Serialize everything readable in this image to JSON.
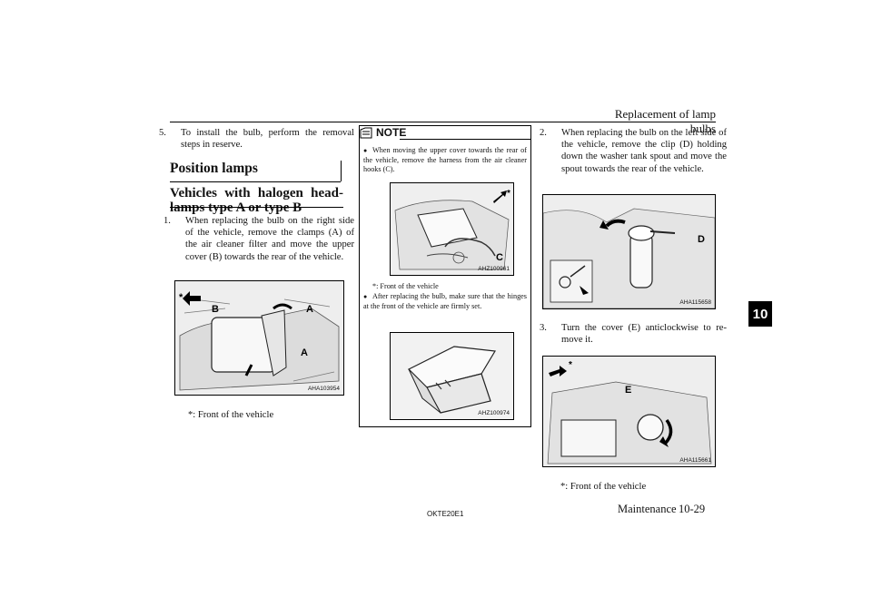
{
  "header": {
    "running_head": "Replacement of lamp bulbs",
    "chapter_tab": "10"
  },
  "left": {
    "step5_num": "5.",
    "step5_text": "To install the bulb, perform the removal steps in reserve.",
    "heading_position": "Position lamps",
    "heading_sub": "Vehicles with halogen head-lamps type A or type B",
    "step1_num": "1.",
    "step1_text": "When replacing the bulb on the right side of the vehicle, remove the clamps (A) of the air cleaner filter and move the upper cover (B) towards the rear of the vehicle.",
    "fig1_id": "AHA103954",
    "fig1_labels": {
      "star": "*",
      "b": "B",
      "a1": "A",
      "a2": "A"
    },
    "caption": "*: Front of the vehicle"
  },
  "note": {
    "title": "NOTE",
    "bullet1": "When moving the upper cover towards the rear of the vehicle, remove the harness from the air cleaner hooks (C).",
    "fig2_id": "AHZ100961",
    "fig2_labels": {
      "star": "*",
      "c": "C"
    },
    "caption": "*: Front of the vehicle",
    "bullet2": "After replacing the bulb, make sure that the hinges at the front of the vehicle are firmly set.",
    "fig3_id": "AHZ100974"
  },
  "right": {
    "step2_num": "2.",
    "step2_text": "When replacing the bulb on the left side of the vehicle, remove the clip (D) holding down the washer tank spout and move the spout towards the rear of the vehicle.",
    "fig4_id": "AHA115658",
    "fig4_labels": {
      "d": "D"
    },
    "step3_num": "3.",
    "step3_text": "Turn the cover (E) anticlockwise to re-move it.",
    "fig5_id": "AHA115661",
    "fig5_labels": {
      "star": "*",
      "e": "E"
    },
    "caption": "*: Front of the vehicle"
  },
  "footer": {
    "code": "OKTE20E1",
    "section": "Maintenance",
    "page": "10-29"
  }
}
